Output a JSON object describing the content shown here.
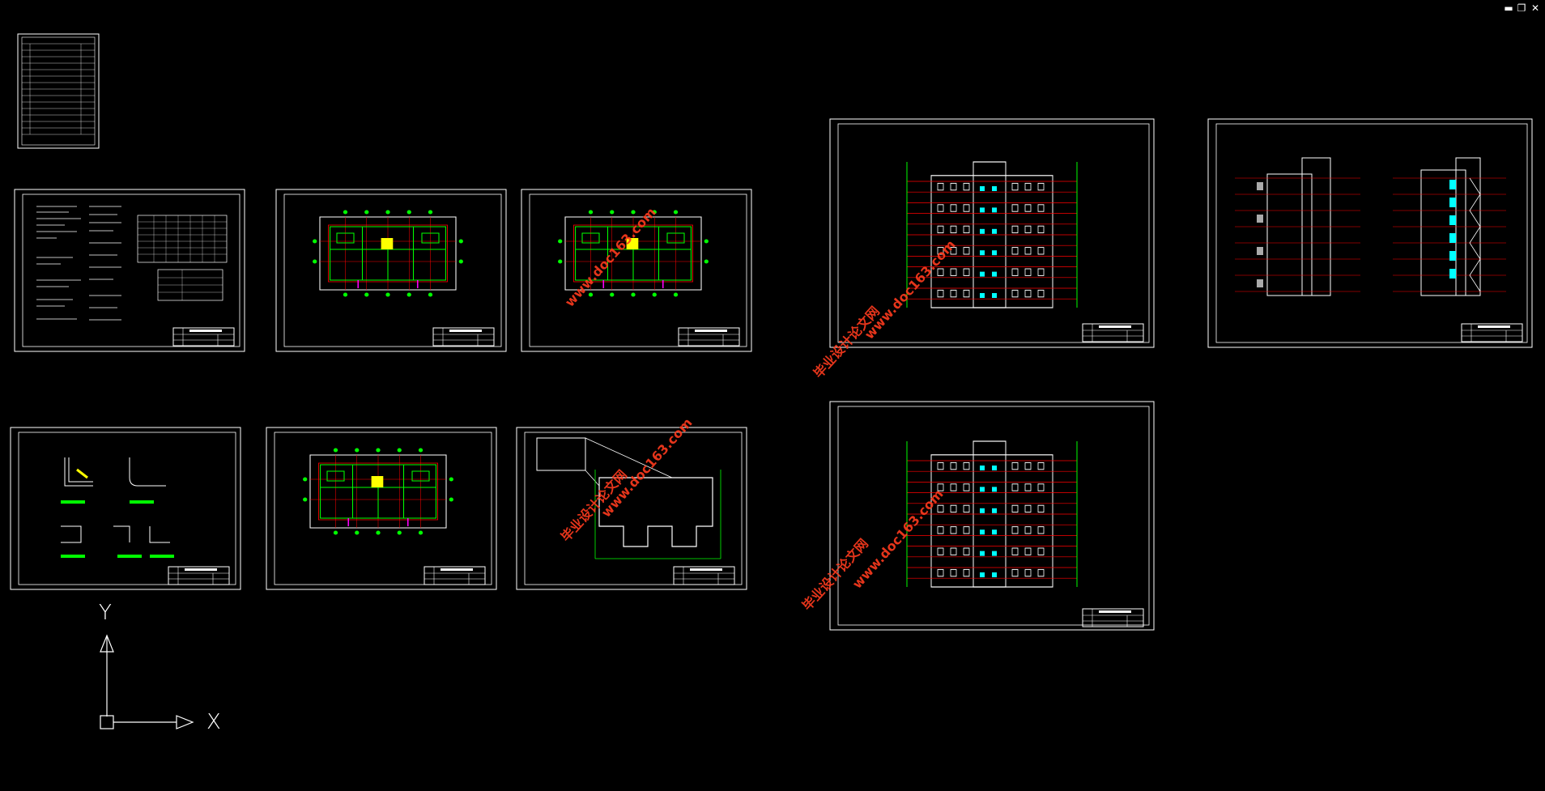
{
  "window": {
    "minimize_icon": "minimize-icon",
    "restore_icon": "restore-icon",
    "close_icon": "close-icon",
    "minimize_glyph": "▬",
    "restore_glyph": "❐",
    "close_glyph": "✕"
  },
  "ucs": {
    "x_label": "X",
    "y_label": "Y"
  },
  "watermark": {
    "cn": "毕业设计论文网",
    "url": "www.doc163.com"
  },
  "colors": {
    "background": "#000000",
    "frame": "#ffffff",
    "grid": "#00ff00",
    "axis": "#ff0000",
    "accent_yellow": "#ffff00",
    "accent_magenta": "#ff00ff",
    "accent_cyan": "#00ffff",
    "watermark": "#ff3b1f"
  }
}
